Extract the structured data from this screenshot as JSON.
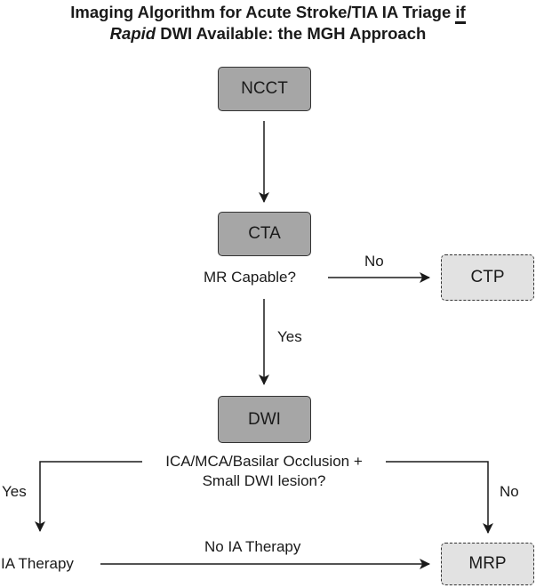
{
  "title": {
    "line1_before": "Imaging Algorithm for Acute Stroke/TIA IA Triage ",
    "line1_emph": "if",
    "line2_italic": "Rapid",
    "line2_rest": " DWI Available: the MGH Approach"
  },
  "nodes": {
    "ncct": "NCCT",
    "cta": "CTA",
    "ctp": "CTP",
    "dwi": "DWI",
    "mrp": "MRP"
  },
  "decisions": {
    "mr_capable": "MR Capable?",
    "occlusion_line1": "ICA/MCA/Basilar Occlusion +",
    "occlusion_line2": "Small DWI lesion?"
  },
  "edge_labels": {
    "mr_no": "No",
    "mr_yes": "Yes",
    "occ_yes": "Yes",
    "occ_no": "No",
    "no_ia_therapy": "No IA Therapy"
  },
  "outcomes": {
    "ia_therapy": "IA Therapy"
  },
  "colors": {
    "solid_node_fill": "#a6a6a6",
    "dashed_node_fill": "#e2e2e2",
    "stroke": "#1a1a1a"
  }
}
